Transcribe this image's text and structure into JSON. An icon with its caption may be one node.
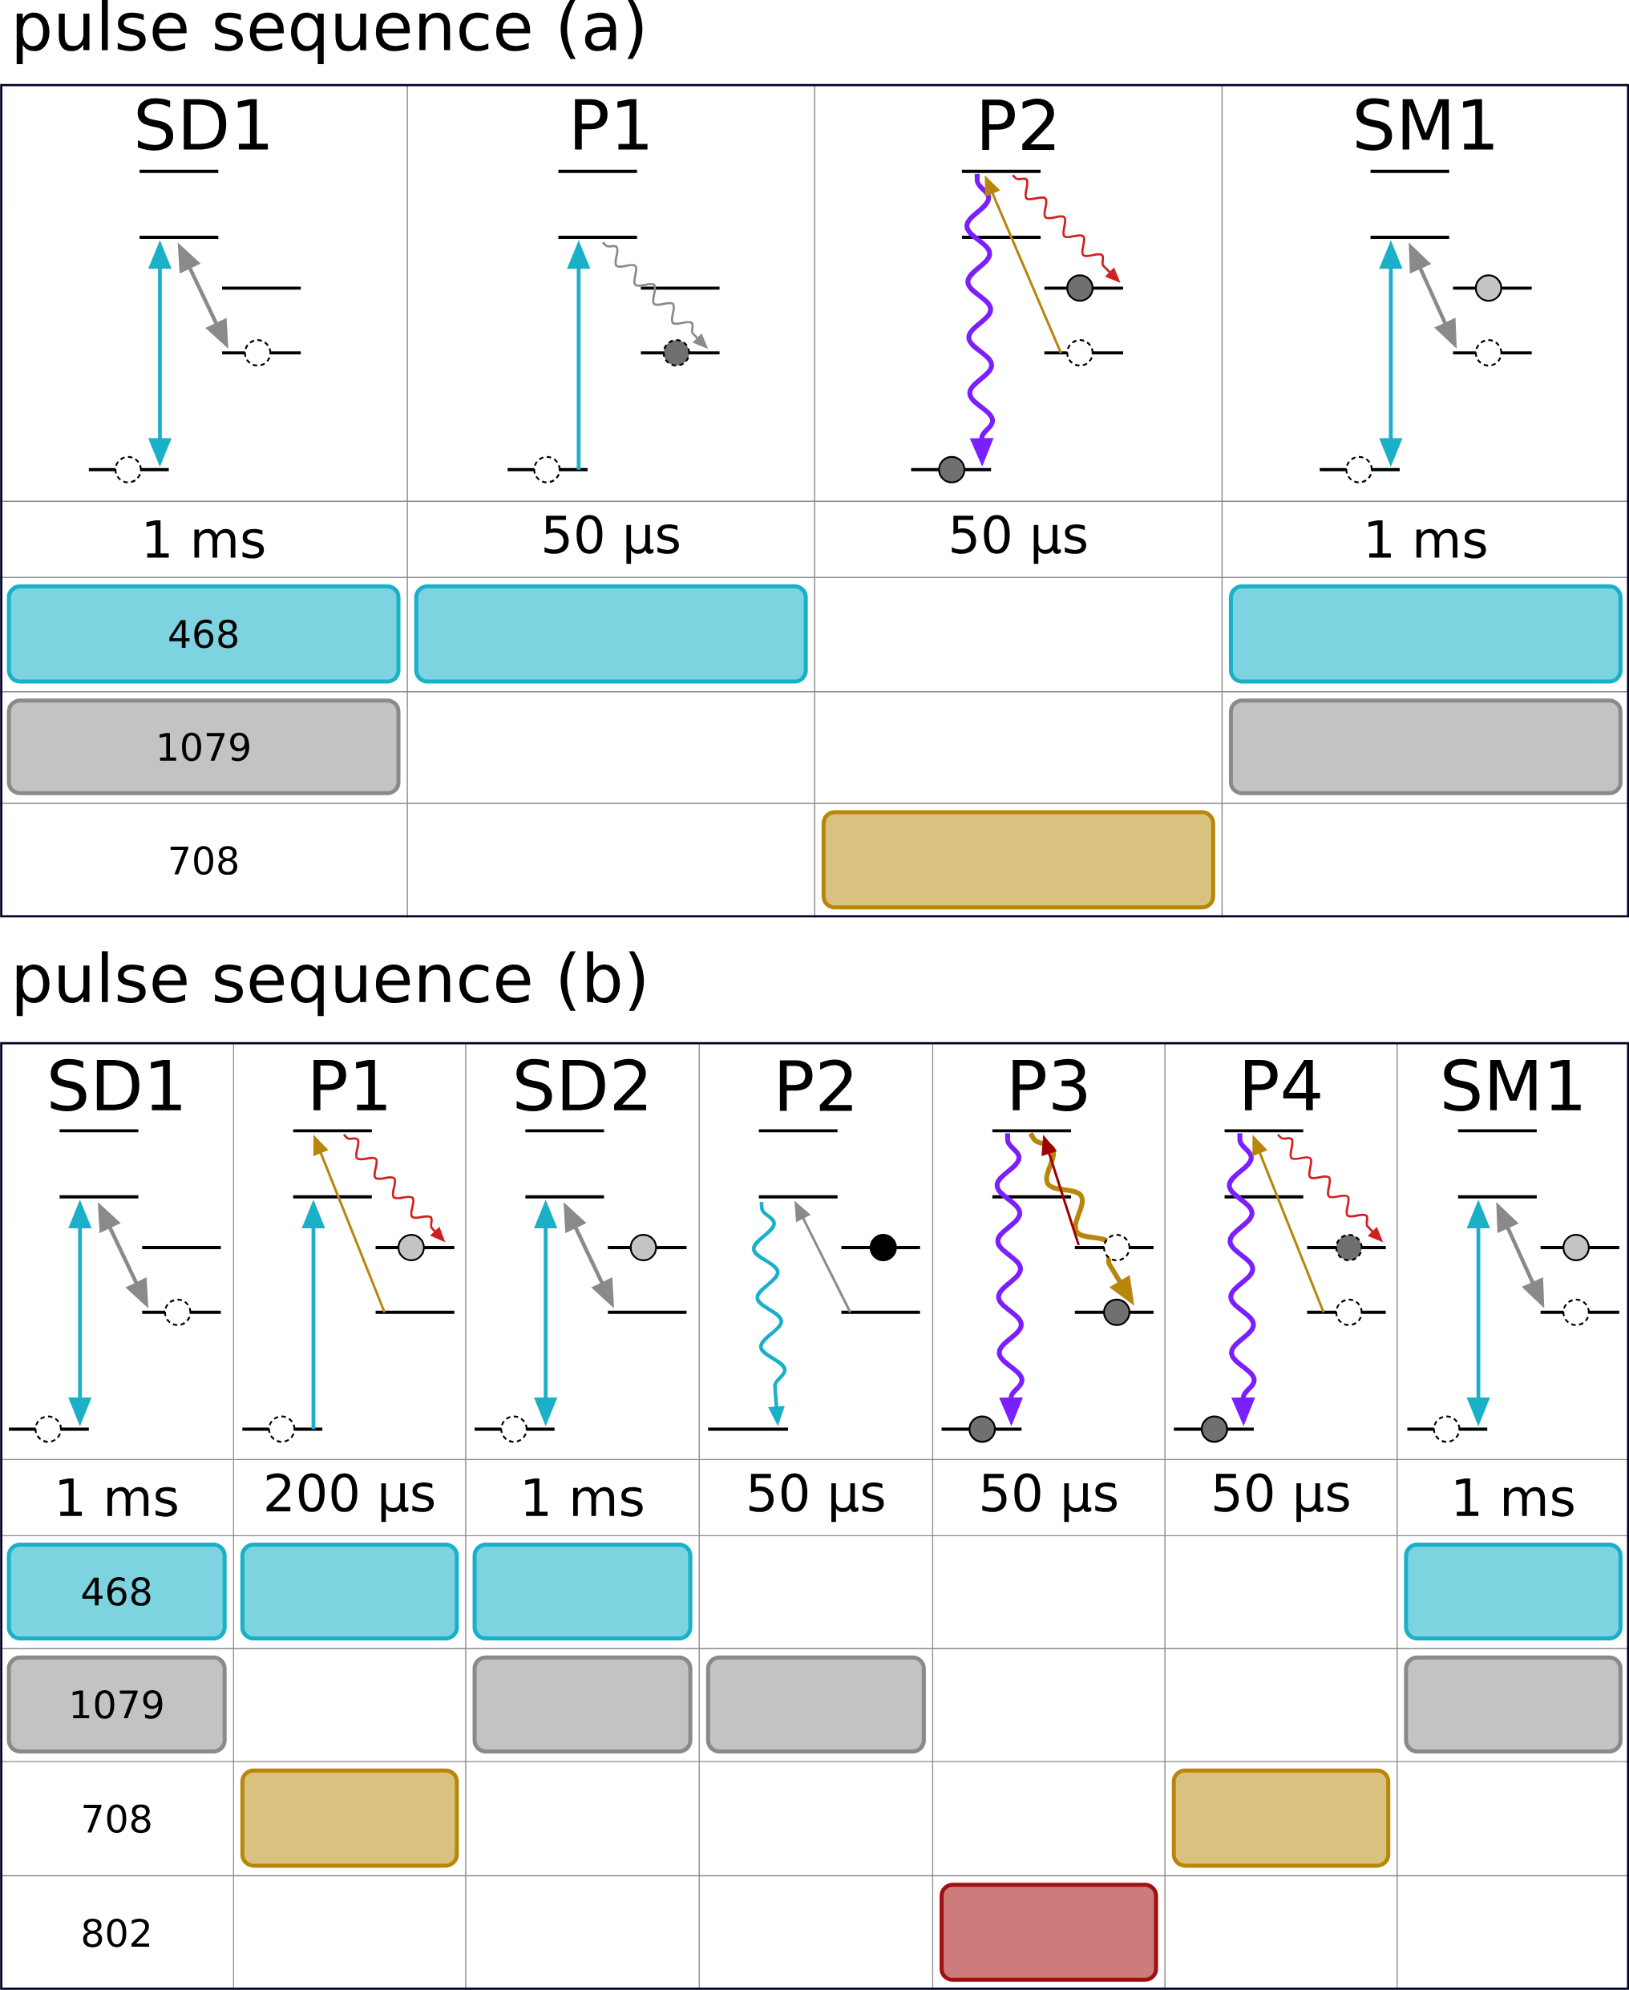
{
  "diagram": {
    "nodes": [
      {
        "text": [
          "468"
        ]
      },
      {
        "text": [],
        "shape": "bar"
      },
      {
        "text": [],
        "shape": "bar"
      },
      {
        "text": [
          "1079"
        ]
      },
      {
        "text": [],
        "shape": "bar"
      },
      {
        "text": [],
        "shape": "bar"
      },
      {
        "text": [
          "468"
        ]
      },
      {
        "text": [],
        "shape": "bar"
      },
      {
        "text": [],
        "shape": "bar"
      },
      {
        "text": [],
        "shape": "bar"
      },
      {
        "text": [
          "1079"
        ]
      },
      {
        "text": [],
        "shape": "bar"
      },
      {
        "text": [],
        "shape": "bar"
      },
      {
        "text": [],
        "shape": "bar"
      },
      {
        "text": [],
        "shape": "bar"
      },
      {
        "text": [],
        "shape": "bar"
      },
      {
        "text": [],
        "shape": "bar"
      }
    ],
    "labels": [
      "pulse sequence (a)",
      "SD1",
      "P1",
      "P2",
      "SM1",
      "1 ms",
      "50 µs",
      "50 µs",
      "1 ms",
      "708",
      "pulse sequence (b)",
      "SD1",
      "P1",
      "SD2",
      "P2",
      "P3",
      "P4",
      "SM1",
      "1 ms",
      "200 µs",
      "1 ms",
      "50 µs",
      "50 µs",
      "50 µs",
      "1 ms",
      "708",
      "802"
    ]
  }
}
